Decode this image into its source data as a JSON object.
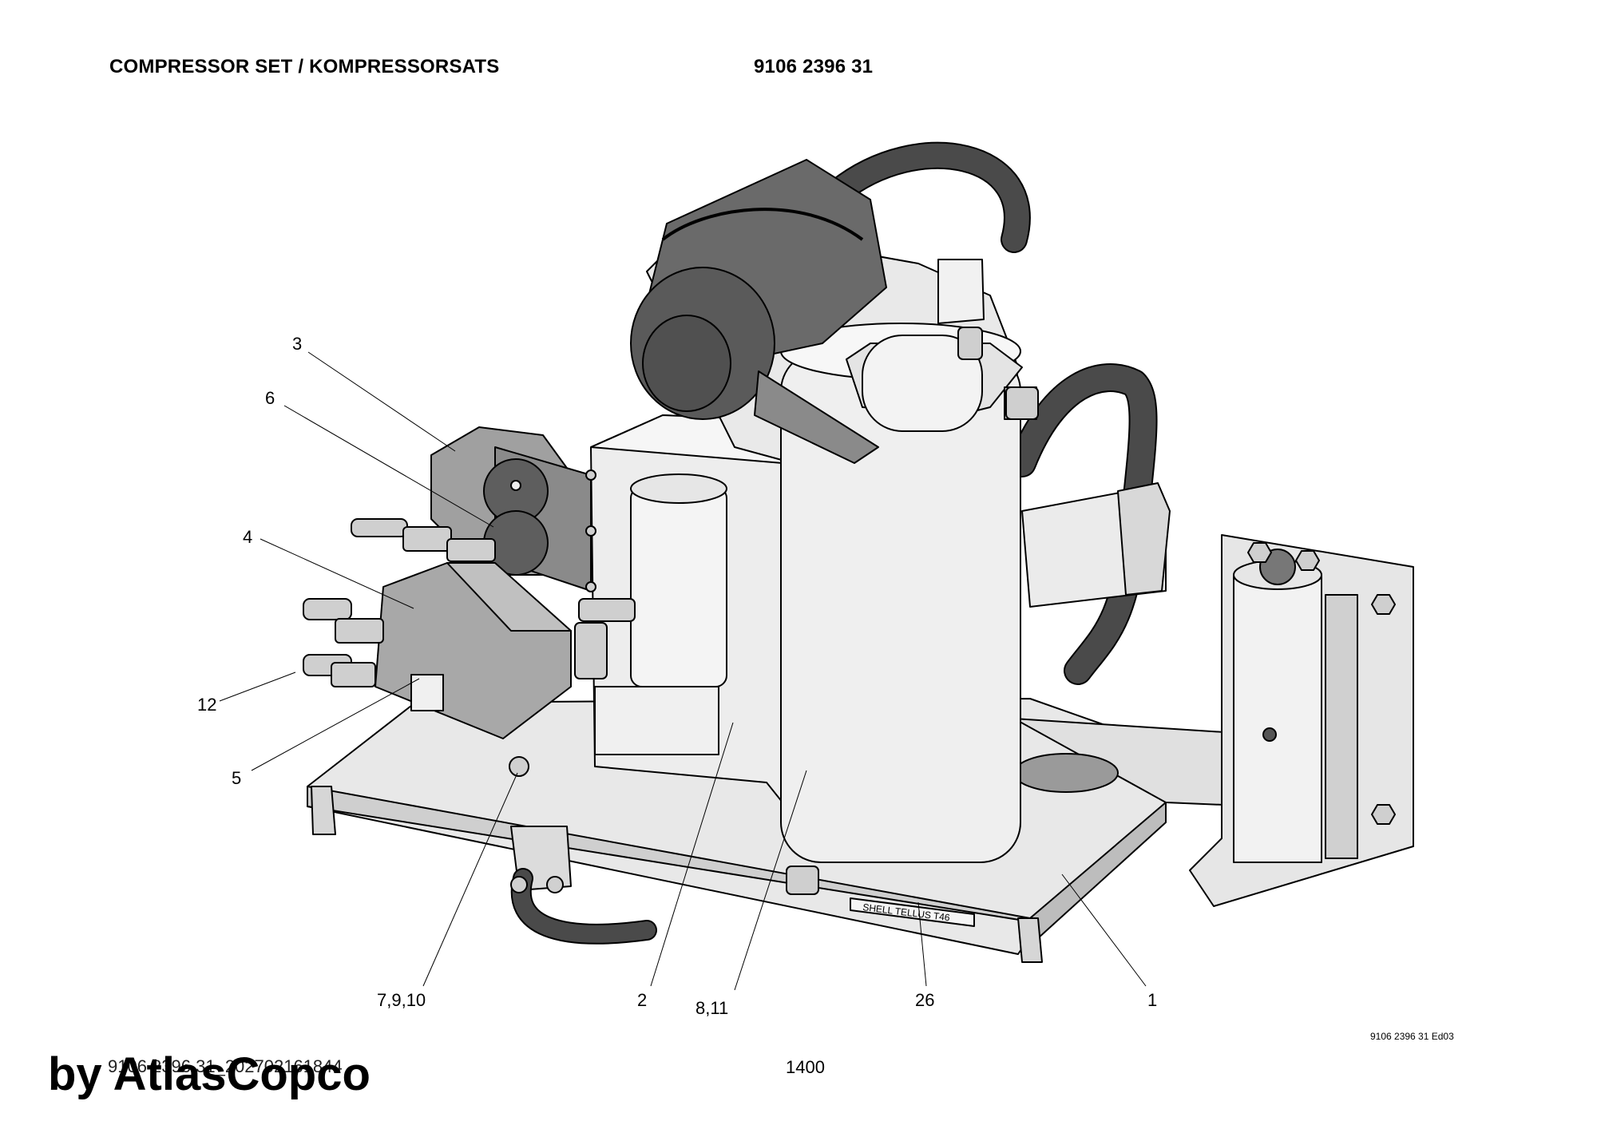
{
  "header": {
    "title": "COMPRESSOR SET / KOMPRESSORSATS",
    "part_number": "9106 2396 31"
  },
  "callouts": [
    "3",
    "6",
    "4",
    "12",
    "5",
    "7,9,10",
    "2",
    "8,11",
    "26",
    "1"
  ],
  "plate_text": "SHELL TELLUS T46",
  "drawing_ref": "9106 2396 31 Ed03",
  "footer": {
    "doc_id": "9106 2396 31_202702161844",
    "page": "1400",
    "brand": "by AtlasCopco"
  },
  "colors": {
    "line": "#000000",
    "light_part": "#ececec",
    "mid_part": "#b8b8b8",
    "dark_part": "#6a6a6a",
    "hose": "#4a4a4a"
  }
}
